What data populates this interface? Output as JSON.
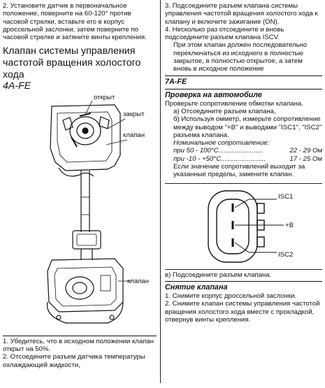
{
  "left": {
    "step2": "2. Установите датчик в первоначальное положение, поверните на 60-120° против часовой стрелки, вставьте его в корпус дроссельной заслонки, затем поверните по часовой стрелке и затяните винты крепления.",
    "heading": "Клапан системы управления частотой вращения холостого хода",
    "engine": "4A-FE",
    "fig_labels": {
      "open": "открыт",
      "closed": "закрыт",
      "valve_top": "клапан",
      "valve_bottom": "клапан"
    },
    "step1": "1. Убедитесь, что в исходном положении клапан открыт на 50%.",
    "step2b": "2. Отсоедините разъем датчика температуры охлаждающей жидкости,"
  },
  "right": {
    "step3": "3. Подсоедините разъем клапана системы управления частотой вращения холостого хода к клапану и включите зажигание (ON).",
    "step4": "4. Несколько раз отсоедините и вновь подсоедините разъем клапана ISCV.",
    "step4b": "При этом клапан должен последовательно переключаться из исходного в полностью закрытое, в полностью открытое, а затем вновь в исходное положение",
    "engine": "7A-FE",
    "check_heading": "Проверка на автомобиле",
    "check_intro": "Проверьте сопротивление обмотки клапана.",
    "check_a": "а) Отсоедините разъем клапана,",
    "check_b": "б) Используя омметр, измерьте сопротивление между выводом \"+B\" и выводами \"ISC1\", \"ISC2\" разъема клапана.",
    "nominal_label": "Номинальное сопротивление:",
    "spec1_label": "при 50 - 100°C........................",
    "spec1_value": "22 - 29 Ом",
    "spec2_label": "при -10 - +50°C........................",
    "spec2_value": "17 - 25 Ом",
    "if_not": "Если значение сопротивлений выходит за указанные пределы, замените клапан.",
    "pin_isc1": "ISC1",
    "pin_b": "+B",
    "pin_isc2": "ISC2",
    "step_v": "в) Подсоедините разъем клапана.",
    "removal_heading": "Снятие клапана",
    "removal1": "1. Снимите корпус дроссельной заслонки.",
    "removal2": "2. Снимите клапан системы управления частотой вращения холостого хода вместе с прокладкой, отвернув винты крепления."
  }
}
